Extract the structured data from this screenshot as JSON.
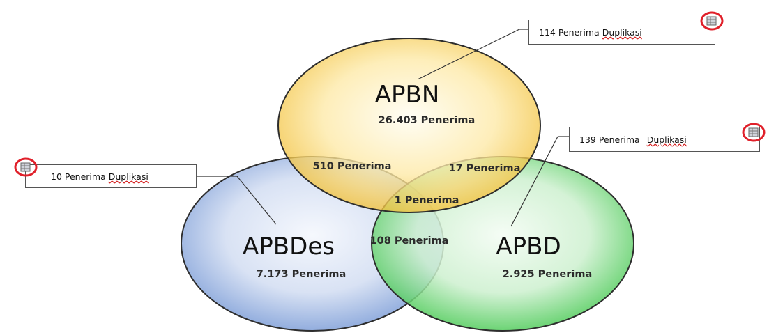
{
  "sets": [
    {
      "name": "APBN",
      "count": "26.403 Penerima",
      "color": "#f5c842"
    },
    {
      "name": "APBDes",
      "count": "7.173 Penerima",
      "color": "#6c8fd6"
    },
    {
      "name": "APBD",
      "count": "2.925 Penerima",
      "color": "#4fcf5a"
    }
  ],
  "overlaps": {
    "apbn_apbdes": "510 Penerima",
    "apbn_apbd": "17 Penerima",
    "all_three": "1 Penerima",
    "apbdes_apbd": "108 Penerima"
  },
  "callouts": {
    "apbn": {
      "count": "114 Penerima",
      "word": "Duplikasi"
    },
    "apbd": {
      "count": "139 Penerima",
      "word": "Duplikasi"
    },
    "apbdes": {
      "count": "10 Penerima",
      "word": "Duplikasi"
    }
  },
  "icons": {
    "flag": "table-icon",
    "ring_color": "#e0202a"
  }
}
